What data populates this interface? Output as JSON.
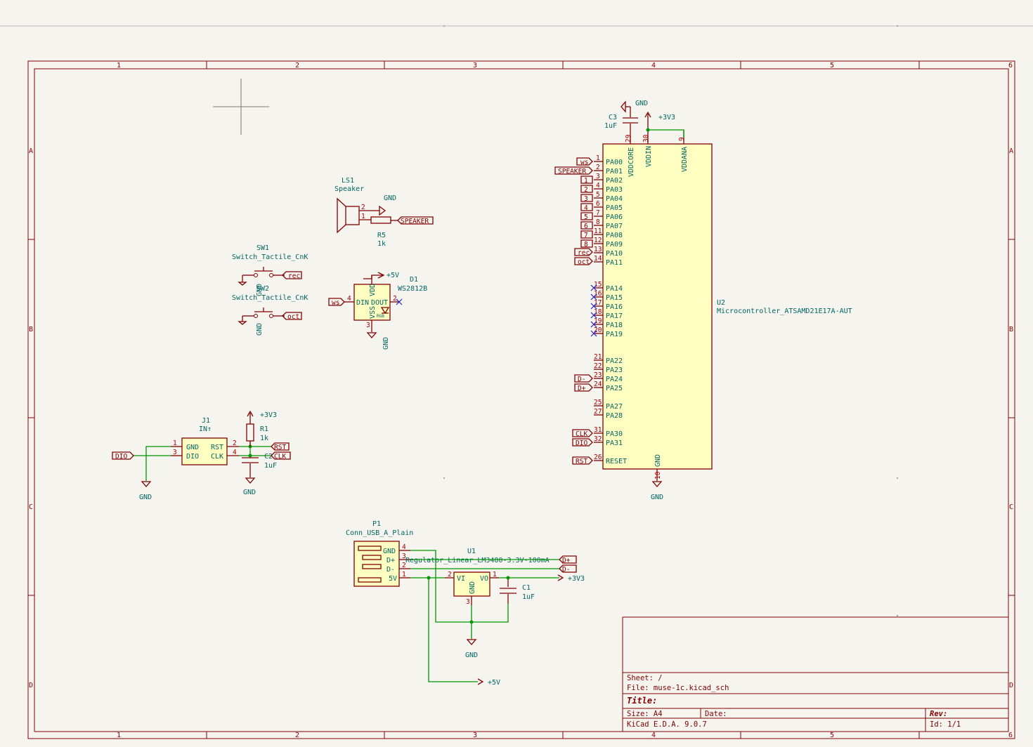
{
  "border": {
    "columns": [
      "1",
      "2",
      "3",
      "4",
      "5",
      "6"
    ],
    "rows": [
      "A",
      "B",
      "C",
      "D"
    ]
  },
  "title_block": {
    "sheet": "Sheet: /",
    "file": "File: muse-1c.kicad_sch",
    "title": "Title:",
    "size": "Size: A4",
    "date": "Date:",
    "rev": "Rev:",
    "tool": "KiCad E.D.A. 9.0.7",
    "id": "Id: 1/1"
  },
  "components": {
    "u2": {
      "ref": "U2",
      "value": "Microcontroller_ATSAMD21E17A-AUT",
      "pins": {
        "PA00": "PA00",
        "PA01": "PA01",
        "PA02": "PA02",
        "PA03": "PA03",
        "PA04": "PA04",
        "PA05": "PA05",
        "PA06": "PA06",
        "PA07": "PA07",
        "PA08": "PA08",
        "PA09": "PA09",
        "PA10": "PA10",
        "PA11": "PA11",
        "PA14": "PA14",
        "PA15": "PA15",
        "PA16": "PA16",
        "PA17": "PA17",
        "PA18": "PA18",
        "PA19": "PA19",
        "PA22": "PA22",
        "PA23": "PA23",
        "PA24": "PA24",
        "PA25": "PA25",
        "PA27": "PA27",
        "PA28": "PA28",
        "PA30": "PA30",
        "PA31": "PA31",
        "RESET": "RESET",
        "GND": "GND",
        "VDDCORE": "VDDCORE",
        "VDDIN": "VDDIN",
        "VDDANA": "VDDANA"
      },
      "pin_numbers": {
        "n1": "1",
        "n2": "2",
        "n3": "3",
        "n4": "4",
        "n5": "5",
        "n6": "6",
        "n7": "7",
        "n8": "8",
        "n11": "11",
        "n12": "12",
        "n13": "13",
        "n14": "14",
        "n15": "15",
        "n16": "16",
        "n17": "17",
        "n18": "18",
        "n19": "19",
        "n20": "20",
        "n21": "21",
        "n22": "22",
        "n23": "23",
        "n24": "24",
        "n25": "25",
        "n27": "27",
        "n31": "31",
        "n32": "32",
        "n26": "26",
        "n10": "10",
        "n29": "29",
        "n30": "30",
        "n9": "9"
      }
    },
    "c3": {
      "ref": "C3",
      "value": "1uF"
    },
    "c1": {
      "ref": "C1",
      "value": "1uF"
    },
    "c2": {
      "ref": "C2",
      "value": "1uF"
    },
    "r1": {
      "ref": "R1",
      "value": "1k"
    },
    "r5": {
      "ref": "R5",
      "value": "1k"
    },
    "ls1": {
      "ref": "LS1",
      "value": "Speaker"
    },
    "sw1": {
      "ref": "SW1",
      "value": "Switch_Tactile_CnK"
    },
    "sw2": {
      "ref": "SW2",
      "value": "Switch_Tactile_CnK"
    },
    "d1": {
      "ref": "D1",
      "value": "WS2812B",
      "pins": {
        "din": "DIN",
        "dout": "DOUT",
        "vdd": "VDD",
        "vss": "VSS",
        "rgb": "RGB"
      }
    },
    "j1": {
      "ref": "J1",
      "value": "IN↑",
      "pins": {
        "gnd": "GND",
        "dio": "DIO",
        "rst": "RST",
        "clk": "CLK"
      }
    },
    "p1": {
      "ref": "P1",
      "value": "Conn_USB_A_Plain",
      "pins": {
        "gnd": "GND",
        "dp": "D+",
        "dm": "D-",
        "v5": "5V"
      }
    },
    "u1": {
      "ref": "U1",
      "value": "Regulator_Linear_LM3480-3.3V-100mA",
      "pins": {
        "vi": "VI",
        "vo": "VO",
        "gnd": "GND"
      }
    }
  },
  "labels": {
    "ws": "ws",
    "speaker": "SPEAKER",
    "rec": "rec",
    "oct": "oct",
    "dminus": "D-",
    "dplus": "D+",
    "clk": "CLK",
    "dio": "DIO",
    "rst": "RST",
    "l1": "1",
    "l2": "2",
    "l3": "3",
    "l4": "4",
    "l5": "5",
    "l6": "6",
    "l7": "7",
    "l8": "8"
  },
  "power": {
    "gnd": "GND",
    "v33": "+3V3",
    "v5": "+5V"
  }
}
